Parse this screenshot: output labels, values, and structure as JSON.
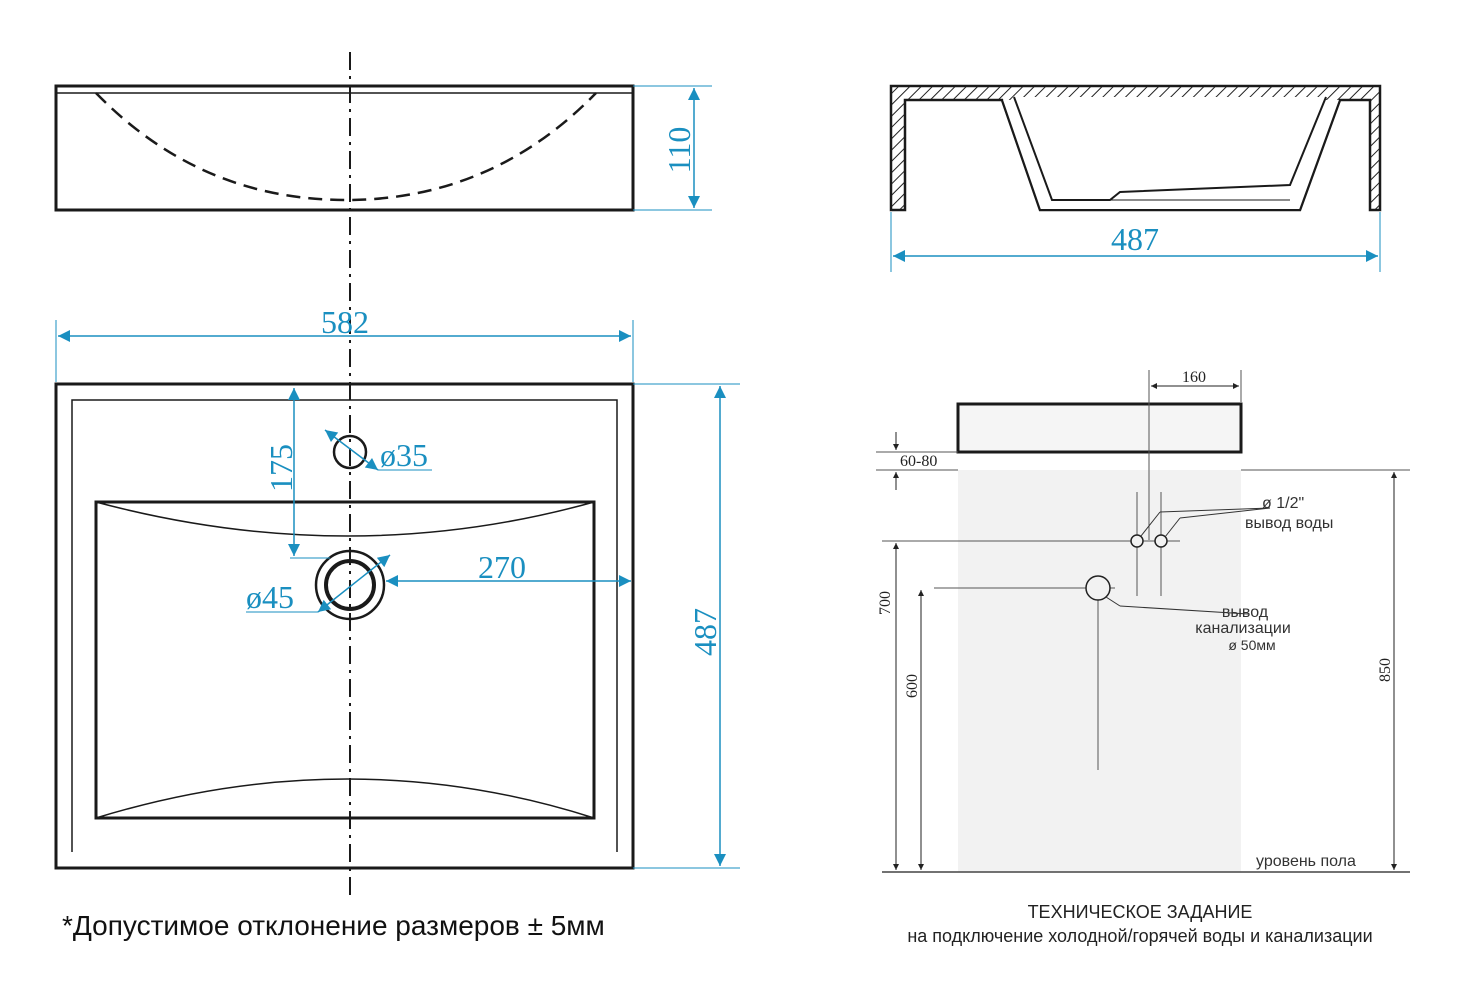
{
  "dimensions": {
    "front_height": "110",
    "profile_depth": "487",
    "plan_width": "582",
    "plan_depth": "487",
    "faucet_offset": "175",
    "faucet_hole": "ø35",
    "drain_hole": "ø45",
    "drain_to_edge": "270"
  },
  "install": {
    "offset_160": "160",
    "gap": "60-80",
    "water_pipe": "ø 1/2\"",
    "water_outlet": "вывод воды",
    "sewer_line1": "вывод",
    "sewer_line2": "канализации",
    "sewer_diameter": "ø 50мм",
    "h700": "700",
    "h600": "600",
    "h850": "850",
    "floor_level": "уровень пола"
  },
  "footer": {
    "tolerance": "*Допустимое отклонение размеров ± 5мм",
    "spec_title": "ТЕХНИЧЕСКОЕ ЗАДАНИЕ",
    "spec_subtitle": "на подключение холодной/горячей воды и канализации"
  },
  "colors": {
    "dimension": "#1a8fc0",
    "outline": "#1a1a1a",
    "wall_zone": "#f2f2f2"
  }
}
